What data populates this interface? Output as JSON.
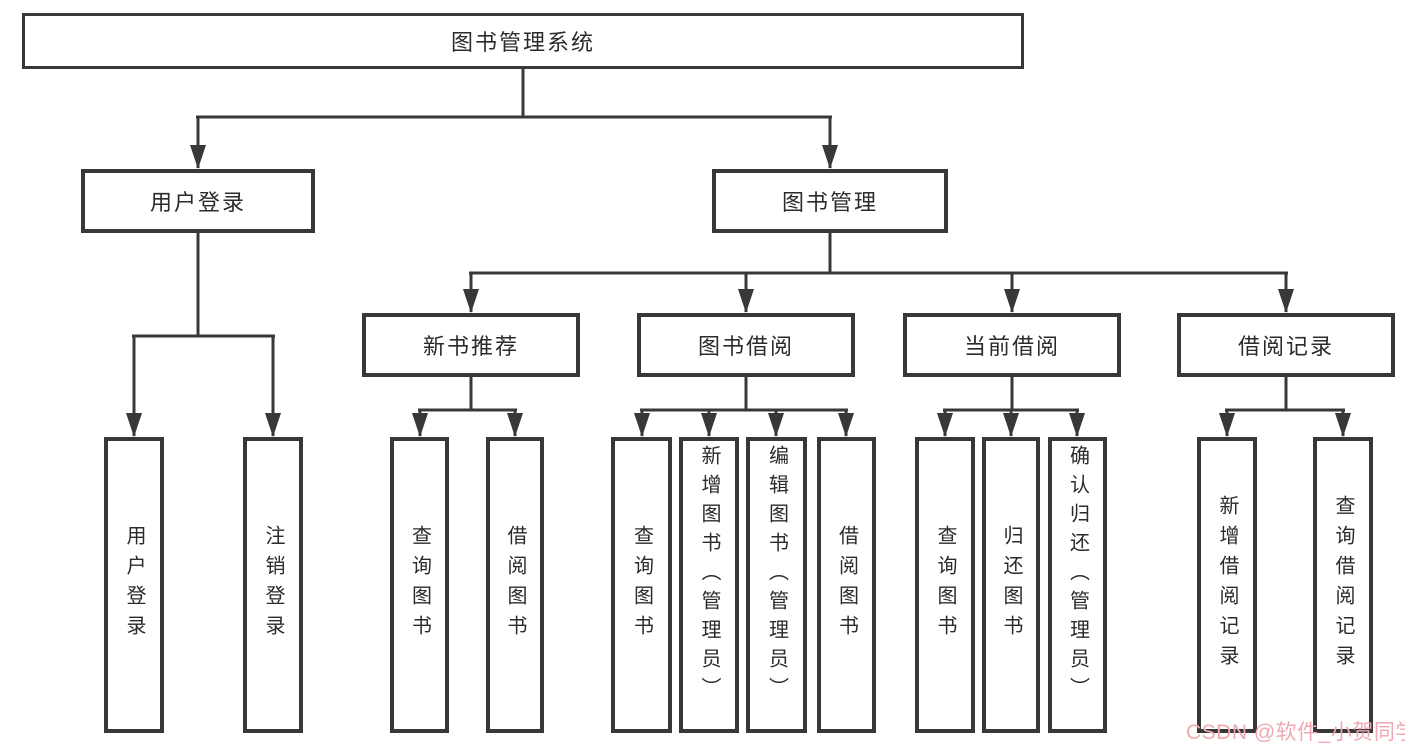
{
  "diagram": {
    "root": {
      "label": "图书管理系统"
    },
    "level1": [
      {
        "label": "用户登录"
      },
      {
        "label": "图书管理"
      }
    ],
    "level2": [
      {
        "label": "新书推荐"
      },
      {
        "label": "图书借阅"
      },
      {
        "label": "当前借阅"
      },
      {
        "label": "借阅记录"
      }
    ],
    "leaves": [
      {
        "label": "用户登录"
      },
      {
        "label": "注销登录"
      },
      {
        "label": "查询图书"
      },
      {
        "label": "借阅图书"
      },
      {
        "label": "查询图书"
      },
      {
        "label": "新增图书（管理员）"
      },
      {
        "label": "编辑图书（管理员）"
      },
      {
        "label": "借阅图书"
      },
      {
        "label": "查询图书"
      },
      {
        "label": "归还图书"
      },
      {
        "label": "确认归还（管理员）"
      },
      {
        "label": "新增借阅记录"
      },
      {
        "label": "查询借阅记录"
      }
    ],
    "watermark": "CSDN @软件_小贺同学",
    "colors": {
      "line": "#383838",
      "text": "#2b2b2b",
      "watermark": "#f0a9b2",
      "background": "#ffffff"
    }
  }
}
